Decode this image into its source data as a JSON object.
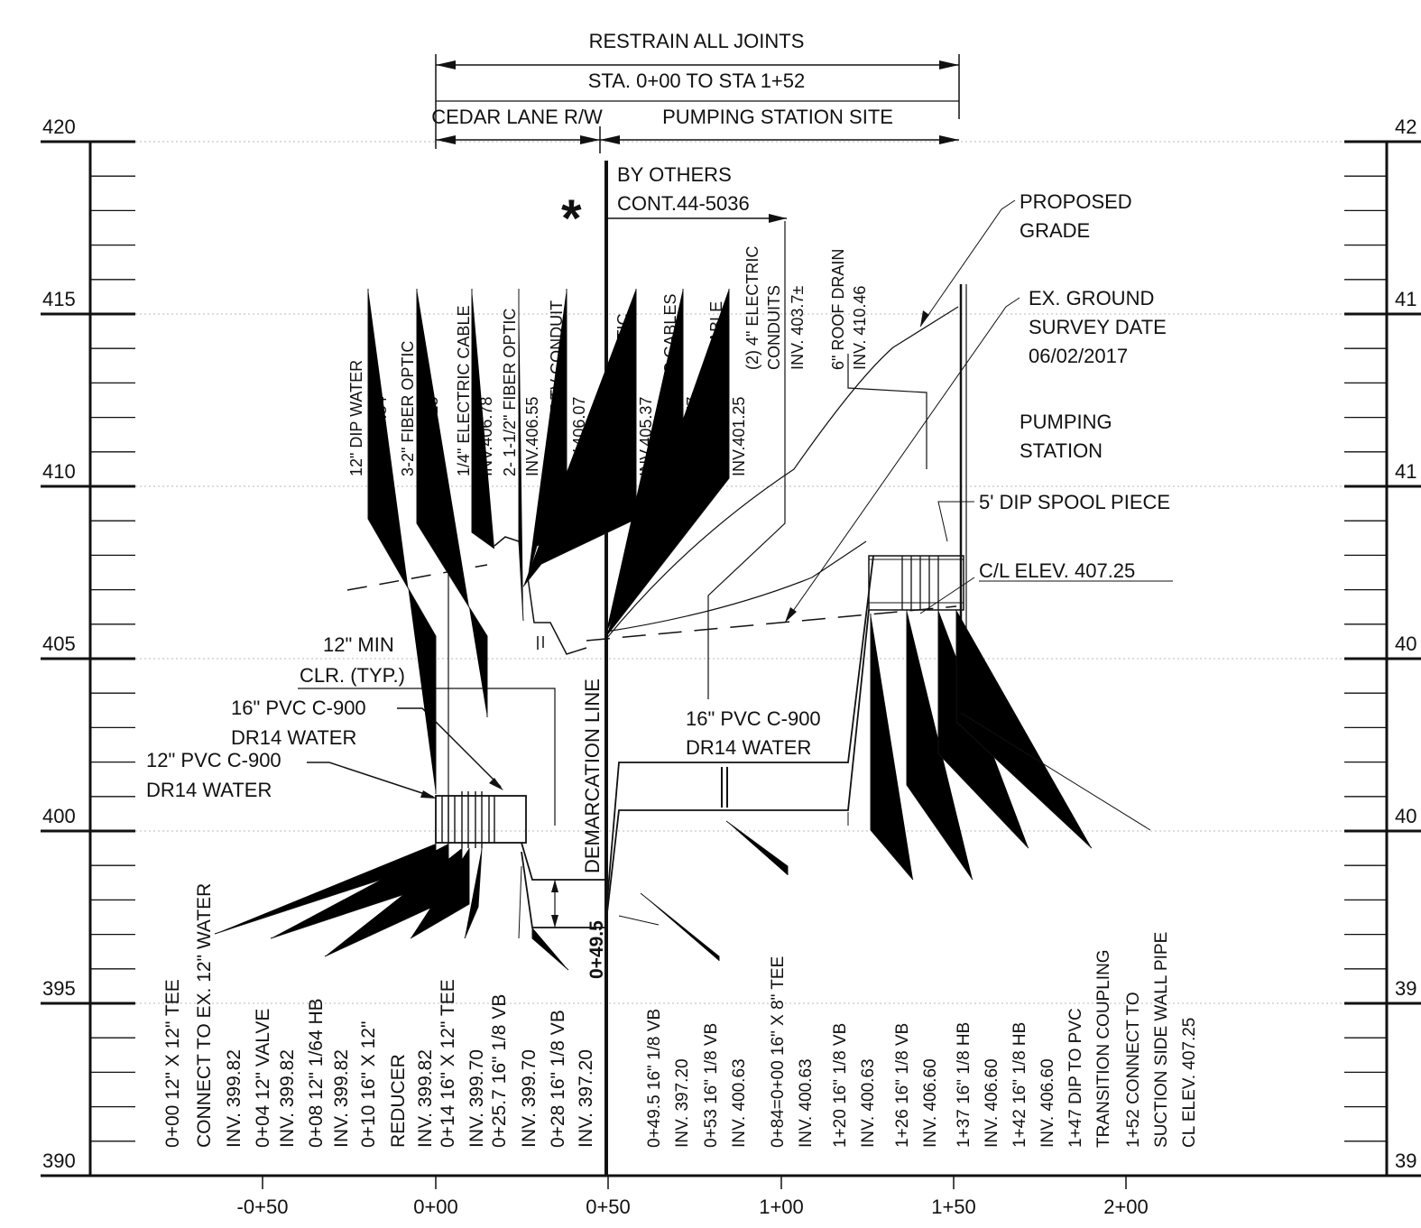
{
  "header": {
    "restrain": "RESTRAIN ALL JOINTS",
    "stations": "STA. 0+00  TO  STA 1+52",
    "cedar": "CEDAR LANE R/W",
    "site": "PUMPING STATION SITE"
  },
  "axis": {
    "y_ticks": [
      "420",
      "415",
      "410",
      "405",
      "400",
      "395",
      "390"
    ],
    "y_ticks_right": [
      "42",
      "41",
      "41",
      "40",
      "40",
      "39",
      "39"
    ],
    "x_ticks": [
      "-0+50",
      "0+00",
      "0+50",
      "1+00",
      "1+50",
      "2+00"
    ]
  },
  "notes": {
    "by_others_1": "BY OTHERS",
    "by_others_2": "CONT.44-5036",
    "asterisk": "*",
    "proposed_1": "PROPOSED",
    "proposed_2": "GRADE",
    "ex_ground_1": "EX. GROUND",
    "ex_ground_2": "SURVEY DATE",
    "ex_ground_3": "06/02/2017",
    "pumping_1": "PUMPING",
    "pumping_2": "STATION",
    "spool": "5' DIP SPOOL PIECE",
    "cl_elev": "C/L ELEV. 407.25",
    "min_clr_1": "12\" MIN",
    "min_clr_2": "CLR. (TYP.)",
    "pvc16_1": "16\" PVC C-900",
    "pvc16_2": "DR14 WATER",
    "pvc12_1": "12\" PVC C-900",
    "pvc12_2": "DR14 WATER",
    "pvc16r_1": "16\" PVC C-900",
    "pvc16r_2": "DR14 WATER",
    "demarcation": "DEMARCATION LINE"
  },
  "utilities": [
    "12\" DIP WATER",
    "INV.399.84",
    "3-2\" FIBER OPTIC",
    "INV.403.15",
    "1/4\" ELECTRIC CABLE",
    "INV.406.78",
    "2- 1-1/2\" FIBER OPTIC",
    "INV.406.55",
    "2\" CABLE TV CONDUIT",
    "INV.406.07",
    "2 1-1/2\" FIBER OPTIC",
    "INV.405.37",
    "3-1\" ELECTRIC CABLES",
    "INV.399.57",
    "2\" TELEPHONE CABLE",
    "INV.401.25",
    "(2) 4\" ELECTRIC",
    "CONDUITS",
    "INV. 403.7±",
    "6\" ROOF DRAIN",
    "INV. 410.46"
  ],
  "bottom_labels": [
    "0+00 12\" X 12\" TEE",
    "CONNECT TO EX. 12\" WATER",
    "INV. 399.82",
    "0+04 12\" VALVE",
    "INV. 399.82",
    "0+08 12\" 1/64 HB",
    "INV. 399.82",
    "0+10 16\" X 12\"",
    "REDUCER",
    "INV. 399.82",
    "0+14 16\" X 12\" TEE",
    "INV. 399.70",
    "0+25.7 16\" 1/8 VB",
    "INV. 399.70",
    "0+28 16\" 1/8 VB",
    "INV. 397.20",
    "0+49.5",
    "0+49.5 16\" 1/8 VB",
    "INV. 397.20",
    "0+53 16\" 1/8 VB",
    "INV. 400.63",
    "0+84=0+00 16\" X 8\" TEE",
    "INV. 400.63",
    "1+20 16\" 1/8 VB",
    "INV. 400.63",
    "1+26 16\" 1/8 VB",
    "INV. 406.60",
    "1+37 16\" 1/8 HB",
    "INV. 406.60",
    "1+42 16\" 1/8 HB",
    "INV. 406.60",
    "1+47 DIP TO PVC",
    "TRANSITION COUPLING",
    "1+52 CONNECT TO",
    "SUCTION SIDE WALL PIPE",
    "CL ELEV. 407.25"
  ]
}
